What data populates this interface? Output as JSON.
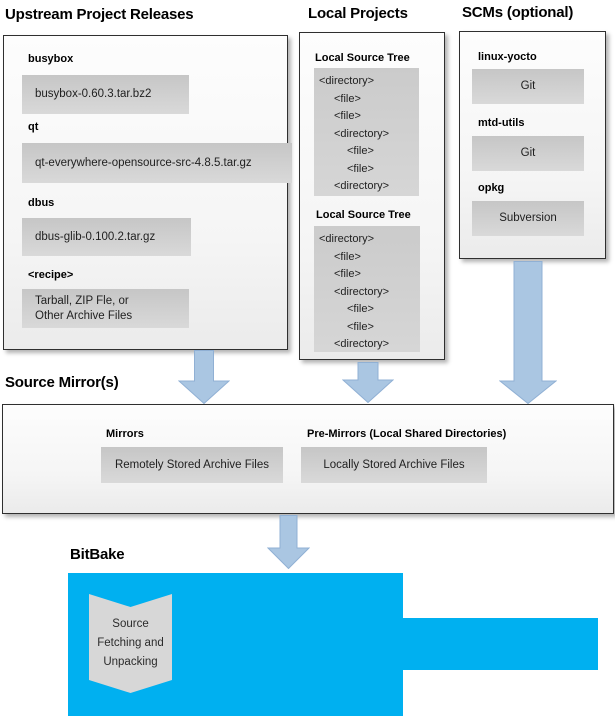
{
  "columns": {
    "upstream": {
      "title": "Upstream Project Releases",
      "items": [
        {
          "label": "busybox",
          "value": "busybox-0.60.3.tar.bz2"
        },
        {
          "label": "qt",
          "value": "qt-everywhere-opensource-src-4.8.5.tar.gz"
        },
        {
          "label": "dbus",
          "value": "dbus-glib-0.100.2.tar.gz"
        },
        {
          "label": "<recipe>",
          "value": "Tarball, ZIP Fle, or\nOther Archive Files"
        }
      ]
    },
    "local_projects": {
      "title": "Local Projects",
      "tree_label": "Local Source Tree",
      "tree_items": [
        "<directory>",
        "<file>",
        "<file>",
        "<directory>",
        "<file>",
        "<file>",
        "<directory>"
      ]
    },
    "scms": {
      "title": "SCMs (optional)",
      "items": [
        {
          "label": "linux-yocto",
          "value": "Git"
        },
        {
          "label": "mtd-utils",
          "value": "Git"
        },
        {
          "label": "opkg",
          "value": "Subversion"
        }
      ]
    }
  },
  "mirrors": {
    "title": "Source Mirror(s)",
    "groups": [
      {
        "label": "Mirrors",
        "value": "Remotely Stored Archive Files"
      },
      {
        "label": "Pre-Mirrors (Local Shared Directories)",
        "value": "Locally Stored Archive Files"
      }
    ]
  },
  "bitbake": {
    "title": "BitBake",
    "process_label": "Source\nFetching and\nUnpacking"
  },
  "colors": {
    "accent_cyan": "#00b0f0",
    "arrow_blue": "#aac6e2"
  }
}
